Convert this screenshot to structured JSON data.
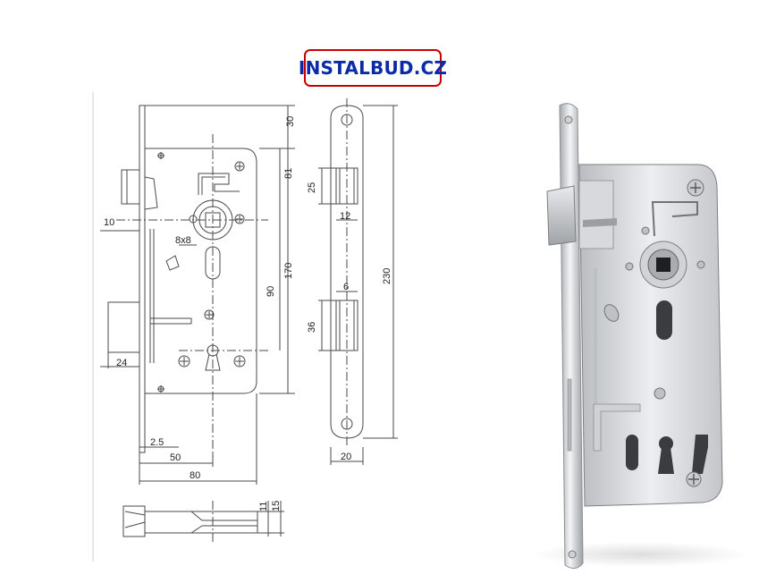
{
  "logo": {
    "text": "INSTALBUD.CZ",
    "border_color": "#c40000",
    "text_color": "#0a2aa8"
  },
  "drawing": {
    "line_color": "#4a4a4a",
    "dimensions": {
      "top_30": "30",
      "d_81": "81",
      "d_170": "170",
      "d_90": "90",
      "d_230": "230",
      "d_25": "25",
      "d_12": "12",
      "d_6": "6",
      "d_36": "36",
      "d_10": "10",
      "d_24": "24",
      "d_8x8": "8x8",
      "d_2_5": "2.5",
      "d_50": "50",
      "d_80": "80",
      "d_20": "20",
      "d_11": "11",
      "d_15": "15"
    }
  },
  "photo": {
    "subject": "mortise-lock-photo"
  }
}
